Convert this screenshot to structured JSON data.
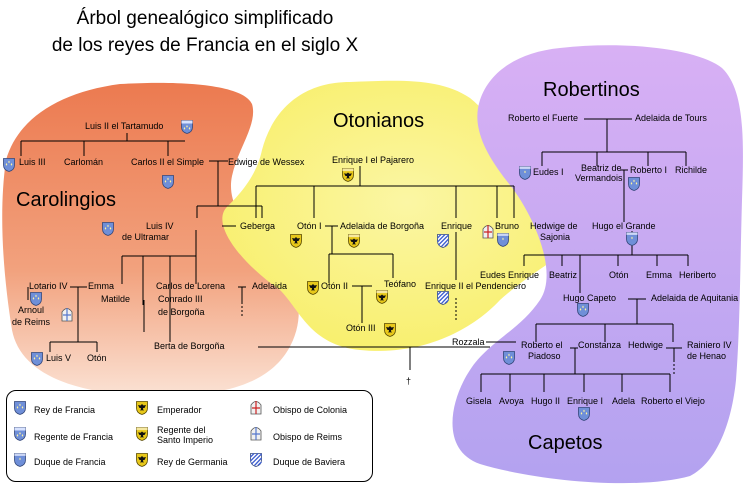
{
  "title": [
    "Árbol genealógico simplificado",
    "de los reyes de Francia en el siglo X"
  ],
  "colors": {
    "carolingios": "#ec8158",
    "otonianos": "#fbf27a",
    "robertinos": "#c7a0f2",
    "capetos": "#a7a5f2",
    "shield_blue": "#6f8fd8",
    "eagle_gold": "#e8c81a"
  },
  "regions": {
    "carolingios": "Carolingios",
    "otonianos": "Otonianos",
    "robertinos": "Robertinos",
    "capetos": "Capetos"
  },
  "people": {
    "luis2": "Luis II el Tartamudo",
    "luis3": "Luis III",
    "carloman": "Carlomán",
    "carlos3": "Carlos II el Simple",
    "edwige_wessex": "Edwige de Wessex",
    "luis4_a": "Luis IV",
    "luis4_b": "de Ultramar",
    "geberga": "Geberga",
    "enrique1": "Enrique I el Pajarero",
    "oton1": "Otón I",
    "adelaida_borgona": "Adelaida de Borgoña",
    "enrique": "Enrique",
    "bruno": "Bruno",
    "hedwige_sajonia_a": "Hedwige de",
    "hedwige_sajonia_b": "Sajonia",
    "roberto_fuerte": "Roberto el Fuerte",
    "adelaida_tours": "Adelaida de Tours",
    "eudes1": "Eudes I",
    "beatriz_a": "Beatriz de",
    "beatriz_b": "Vermandois",
    "roberto1": "Roberto I",
    "richilde": "Richilde",
    "hugo_grande": "Hugo el Grande",
    "lotario": "Lotario IV",
    "emma_c": "Emma",
    "arnoul_a": "Arnoul",
    "arnoul_b": "de Reims",
    "matilde": "Matilde",
    "carlos_lorena": "Carlos de Lorena",
    "conrado_a": "Conrado III",
    "conrado_b": "de Borgoña",
    "adelaida_c": "Adelaida",
    "luis5": "Luis V",
    "oton_c": "Otón",
    "berta": "Berta de Borgoña",
    "oton2": "Otón II",
    "teofano": "Teófano",
    "oton3": "Otón III",
    "enrique2": "Enrique II el Pendenciero",
    "eudes_enrique": "Eudes Enrique",
    "beatriz_r": "Beatriz",
    "oton_r": "Otón",
    "emma_r": "Emma",
    "heriberto": "Heriberto",
    "hugo_capeto": "Hugo Capeto",
    "adelaida_aquitania": "Adelaida de Aquitania",
    "rozzala": "Rozzala",
    "roberto_piadoso_a": "Roberto el",
    "roberto_piadoso_b": "Piadoso",
    "constanza": "Constanza",
    "hedwige_c": "Hedwige",
    "rainiero_a": "Rainiero IV",
    "rainiero_b": "de Henao",
    "gisela": "Gisela",
    "avoya": "Avoya",
    "hugo2": "Hugo II",
    "enrique1_c": "Enrique I",
    "adela": "Adela",
    "roberto_viejo": "Roberto el Viejo"
  },
  "legend": [
    {
      "icon": "shield-fleur",
      "label": "Rey de Francia"
    },
    {
      "icon": "shield-regent",
      "label": "Regente de Francia"
    },
    {
      "icon": "shield-duke",
      "label": "Duque de Francia"
    },
    {
      "icon": "eagle-emperor",
      "label": "Emperador"
    },
    {
      "icon": "eagle-regent",
      "label": "Regente del\nSanto Imperio"
    },
    {
      "icon": "eagle-king",
      "label": "Rey de Germania"
    },
    {
      "icon": "mitre-cologne",
      "label": "Obispo de Colonia"
    },
    {
      "icon": "mitre-reims",
      "label": "Obispo de Reims"
    },
    {
      "icon": "shield-bavaria",
      "label": "Duque de Baviera"
    }
  ]
}
